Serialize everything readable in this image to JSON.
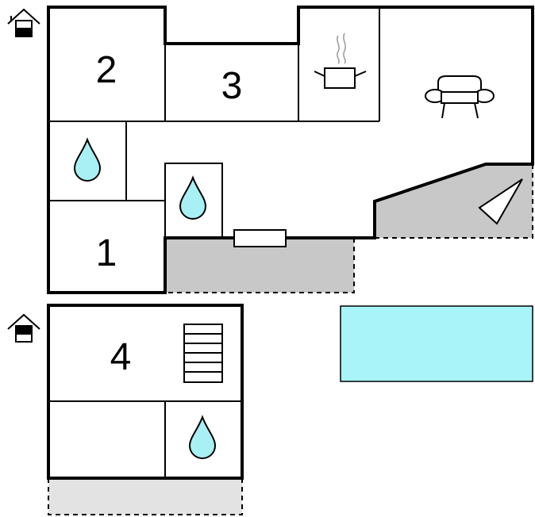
{
  "floor_plan": {
    "rooms": [
      {
        "id": "room-2",
        "label": "2"
      },
      {
        "id": "room-3",
        "label": "3"
      },
      {
        "id": "room-1",
        "label": "1"
      },
      {
        "id": "room-4",
        "label": "4"
      }
    ],
    "icons": {
      "floor_ground": "house-floor-ground-icon",
      "floor_upper": "house-floor-upper-icon",
      "bathroom": "water-drop-icon",
      "kitchen": "cooking-pot-icon",
      "living": "sofa-icon",
      "fireplace": "fireplace-icon",
      "stairs": "stairs-icon",
      "window": "window-icon"
    },
    "colors": {
      "wall": "#000000",
      "terrace": "#c8c8c8",
      "balcony": "#e3e3e3",
      "pool": "#a8f4f8",
      "water_drop": "#a8f0f4"
    }
  }
}
